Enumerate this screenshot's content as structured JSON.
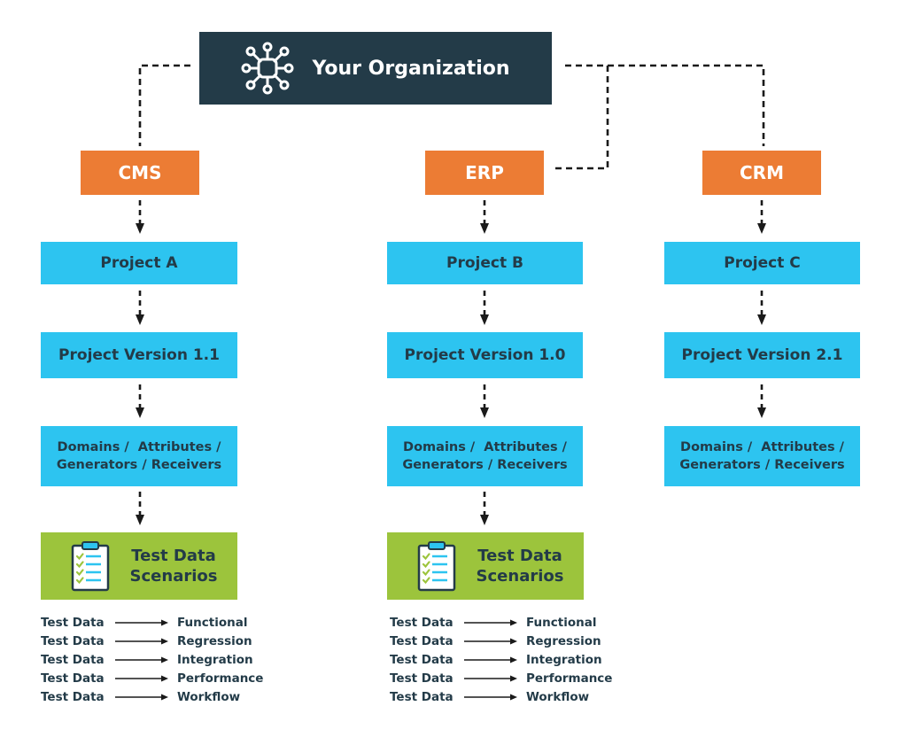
{
  "organization": {
    "label": "Your Organization",
    "icon": "network-hub-icon"
  },
  "colors": {
    "org": "#233b48",
    "system": "#ec7c34",
    "project": "#2dc4f0",
    "scenario": "#9cc43c",
    "text_dark": "#233b48",
    "connector": "#1a1a1a"
  },
  "systems": [
    {
      "label": "CMS",
      "project": "Project A",
      "version": "Project Version 1.1",
      "details_line1": "Domains /  Attributes /",
      "details_line2": "Generators / Receivers",
      "scenario_line1": "Test Data",
      "scenario_line2": "Scenarios",
      "test_types": [
        {
          "left": "Test Data",
          "right": "Functional"
        },
        {
          "left": "Test Data",
          "right": "Regression"
        },
        {
          "left": "Test Data",
          "right": "Integration"
        },
        {
          "left": "Test Data",
          "right": "Performance"
        },
        {
          "left": "Test Data",
          "right": "Workflow"
        }
      ]
    },
    {
      "label": "ERP",
      "project": "Project B",
      "version": "Project Version 1.0",
      "details_line1": "Domains /  Attributes /",
      "details_line2": "Generators / Receivers",
      "scenario_line1": "Test Data",
      "scenario_line2": "Scenarios",
      "test_types": [
        {
          "left": "Test Data",
          "right": "Functional"
        },
        {
          "left": "Test Data",
          "right": "Regression"
        },
        {
          "left": "Test Data",
          "right": "Integration"
        },
        {
          "left": "Test Data",
          "right": "Performance"
        },
        {
          "left": "Test Data",
          "right": "Workflow"
        }
      ]
    },
    {
      "label": "CRM",
      "project": "Project C",
      "version": "Project Version 2.1",
      "details_line1": "Domains /  Attributes /",
      "details_line2": "Generators / Receivers"
    }
  ]
}
